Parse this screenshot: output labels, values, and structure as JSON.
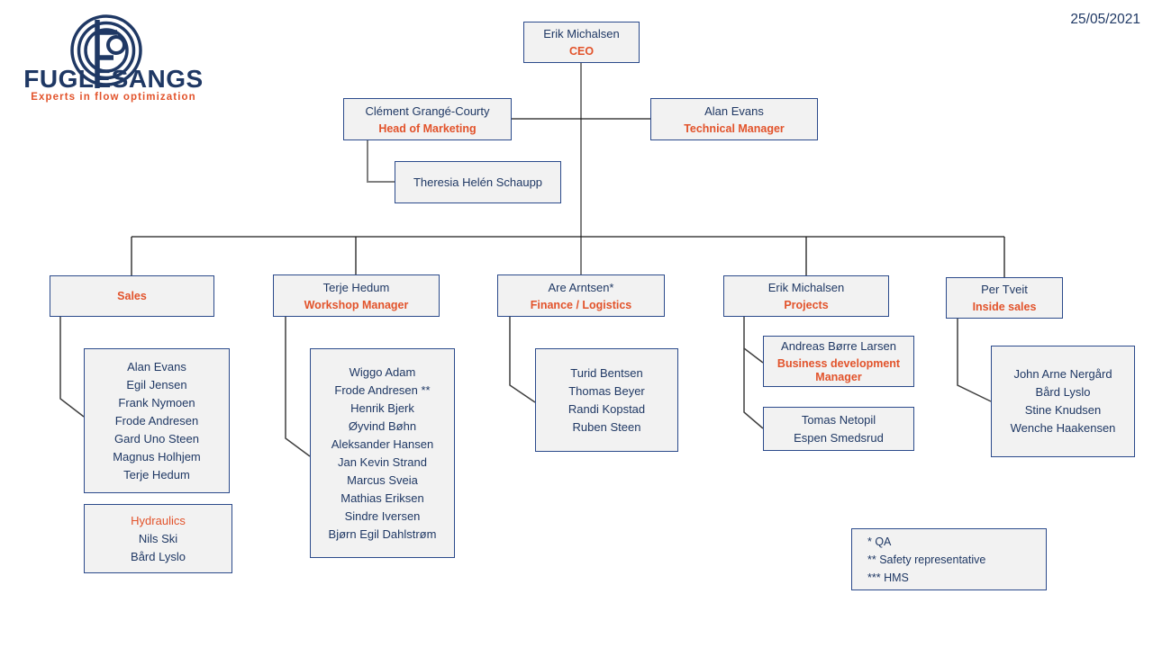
{
  "header": {
    "date": "25/05/2021"
  },
  "logo": {
    "brand": "FUGLESANGS",
    "tagline": "Experts in flow optimization"
  },
  "colors": {
    "navy": "#1F3864",
    "orange": "#E2532B",
    "box_fill": "#F2F2F2",
    "box_border": "#2B4A8B",
    "line_gray": "#808080",
    "line_dark": "#1b1b1b",
    "line_mid": "#3f3f3f"
  },
  "nodes": {
    "ceo": {
      "name": "Erik Michalsen",
      "role": "CEO"
    },
    "marketing": {
      "name": "Clément Grangé-Courty",
      "role": "Head of Marketing"
    },
    "technical": {
      "name": "Alan Evans",
      "role": "Technical Manager"
    },
    "marketing_assistant": {
      "name": "Theresia Helén Schaupp"
    },
    "sales": {
      "role": "Sales"
    },
    "workshop": {
      "name": "Terje Hedum",
      "role": "Workshop Manager"
    },
    "finance": {
      "name": "Are Arntsen*",
      "role": "Finance / Logistics"
    },
    "projects": {
      "name": "Erik Michalsen",
      "role": "Projects"
    },
    "inside_sales": {
      "name": "Per Tveit",
      "role": "Inside sales"
    },
    "business_dev": {
      "name": "Andreas Børre Larsen",
      "role": "Business development Manager"
    }
  },
  "teams": {
    "sales_members": [
      "Alan Evans",
      "Egil Jensen",
      "Frank Nymoen",
      "Frode Andresen",
      "Gard Uno Steen",
      "Magnus Holhjem",
      "Terje Hedum"
    ],
    "hydraulics": {
      "title": "Hydraulics",
      "members": [
        "Nils Ski",
        "Bård Lyslo"
      ]
    },
    "workshop_members": [
      "Wiggo Adam",
      "Frode Andresen **",
      "Henrik Bjerk",
      "Øyvind Bøhn",
      "Aleksander Hansen",
      "Jan Kevin Strand",
      "Marcus Sveia",
      "Mathias Eriksen",
      "Sindre Iversen",
      "Bjørn Egil Dahlstrøm"
    ],
    "finance_members": [
      "Turid Bentsen",
      "Thomas Beyer",
      "Randi Kopstad",
      "Ruben Steen"
    ],
    "projects_members": [
      "Tomas Netopil",
      "Espen Smedsrud"
    ],
    "inside_sales_members": [
      "John Arne Nergård",
      "Bård Lyslo",
      "Stine Knudsen",
      "Wenche Haakensen"
    ]
  },
  "legend": {
    "items": [
      "* QA",
      "** Safety representative",
      "*** HMS"
    ]
  }
}
